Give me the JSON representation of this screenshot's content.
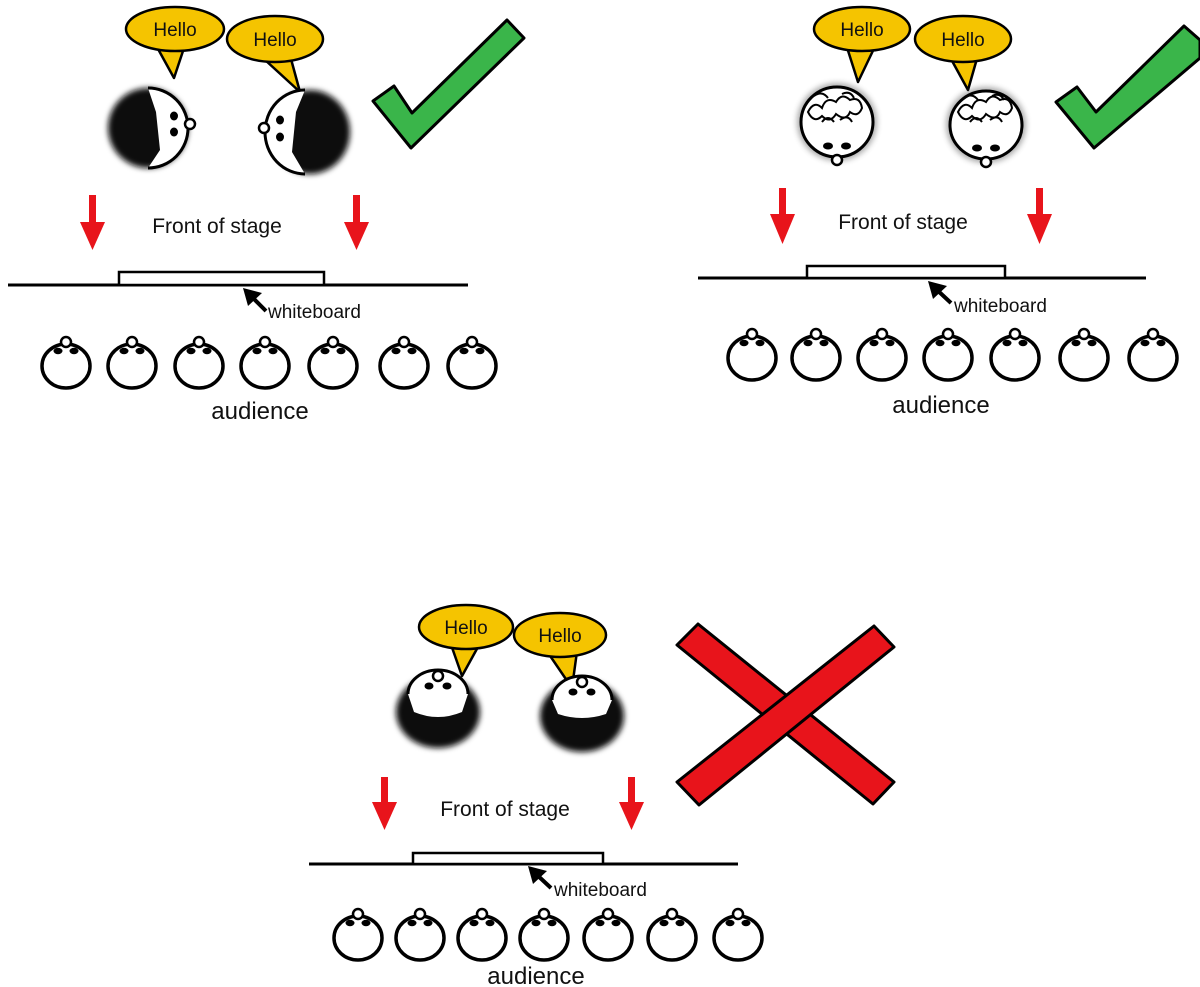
{
  "colors": {
    "bubble_fill": "#f5c400",
    "arrow_red": "#e8141b",
    "check_green": "#3ab54a",
    "cross_red": "#e8141b",
    "outline": "#000000"
  },
  "panels": [
    {
      "id": "top-left",
      "speaker_style": "dark-hair-profile",
      "bubbles": [
        "Hello",
        "Hello"
      ],
      "front_label": "Front of stage",
      "whiteboard_label": "whiteboard",
      "audience_label": "audience",
      "audience_count": 7,
      "verdict": "check"
    },
    {
      "id": "top-right",
      "speaker_style": "curly-hair-facing-audience",
      "bubbles": [
        "Hello",
        "Hello"
      ],
      "front_label": "Front of stage",
      "whiteboard_label": "whiteboard",
      "audience_label": "audience",
      "audience_count": 7,
      "verdict": "check"
    },
    {
      "id": "bottom",
      "speaker_style": "dark-hair-facing-away",
      "bubbles": [
        "Hello",
        "Hello"
      ],
      "front_label": "Front of stage",
      "whiteboard_label": "whiteboard",
      "audience_label": "audience",
      "audience_count": 7,
      "verdict": "cross"
    }
  ]
}
